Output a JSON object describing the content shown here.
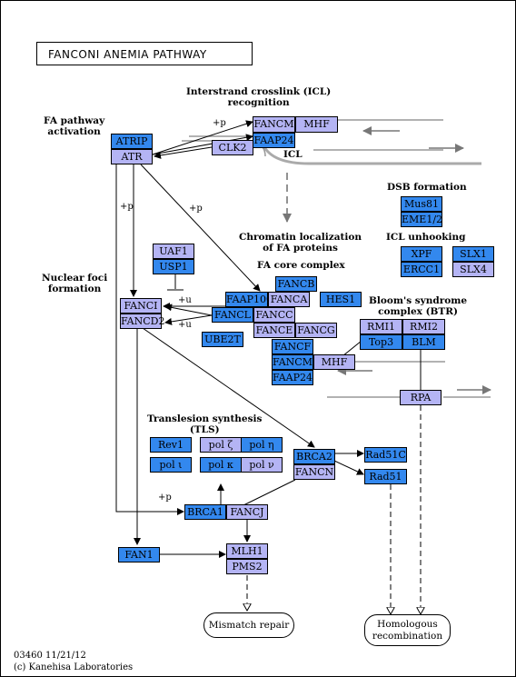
{
  "title": "FANCONI ANEMIA PATHWAY",
  "labels": {
    "icl_recognition": [
      "Interstrand crosslink (ICL)",
      "recognition"
    ],
    "fa_activation": [
      "FA pathway",
      "activation"
    ],
    "icl": "ICL",
    "dsb_formation": "DSB formation",
    "chromatin": [
      "Chromatin localization",
      "of FA proteins"
    ],
    "fa_core": "FA core complex",
    "icl_unhooking": "ICL unhooking",
    "nuclear_foci": [
      "Nuclear foci",
      "formation"
    ],
    "btr": [
      "Bloom's syndrome",
      "complex (BTR)"
    ],
    "tls": [
      "Translesion synthesis",
      "(TLS)"
    ]
  },
  "modifiers": {
    "p1": "+p",
    "p2": "+p",
    "p3": "+p",
    "u1": "+u",
    "u2": "+u",
    "p4": "+p"
  },
  "nodes": {
    "fancm_top": "FANCM",
    "mhf_top": "MHF",
    "faap24_top": "FAAP24",
    "clk2": "CLK2",
    "atrip": "ATRIP",
    "atr": "ATR",
    "mus81": "Mus81",
    "eme1": "EME1/2",
    "xpf": "XPF",
    "slx1": "SLX1",
    "ercc1": "ERCC1",
    "slx4": "SLX4",
    "uaf1": "UAF1",
    "usp1": "USP1",
    "fancb": "FANCB",
    "faap100": "FAAP100",
    "fanca": "FANCA",
    "hes1": "HES1",
    "fanci": "FANCI",
    "fancd2": "FANCD2",
    "fancl": "FANCL",
    "fancc": "FANCC",
    "ube2t": "UBE2T",
    "fance": "FANCE",
    "fancg": "FANCG",
    "rmi1": "RMI1",
    "rmi2": "RMI2",
    "top3": "Top3",
    "blm": "BLM",
    "fancf": "FANCF",
    "fancm": "FANCM",
    "mhf": "MHF",
    "faap24": "FAAP24",
    "rpa": "RPA",
    "rev1": "Rev1",
    "polz": "pol ζ",
    "poleta": "pol η",
    "poliota": "pol ι",
    "polkappa": "pol κ",
    "polnu": "pol ν",
    "brca2": "BRCA2",
    "fancn": "FANCN",
    "rad51c": "Rad51C",
    "rad51": "Rad51",
    "brca1": "BRCA1",
    "fancj": "FANCJ",
    "fan1": "FAN1",
    "mlh1": "MLH1",
    "pms2": "PMS2"
  },
  "outcomes": {
    "mismatch": "Mismatch repair",
    "hr": [
      "Homologous",
      "recombination"
    ]
  },
  "footer": {
    "id": "03460 11/21/12",
    "copyright": "(c) Kanehisa Laboratories"
  },
  "colors": {
    "gene_dark": "#3388ee",
    "gene_light": "#b4b4f4"
  }
}
